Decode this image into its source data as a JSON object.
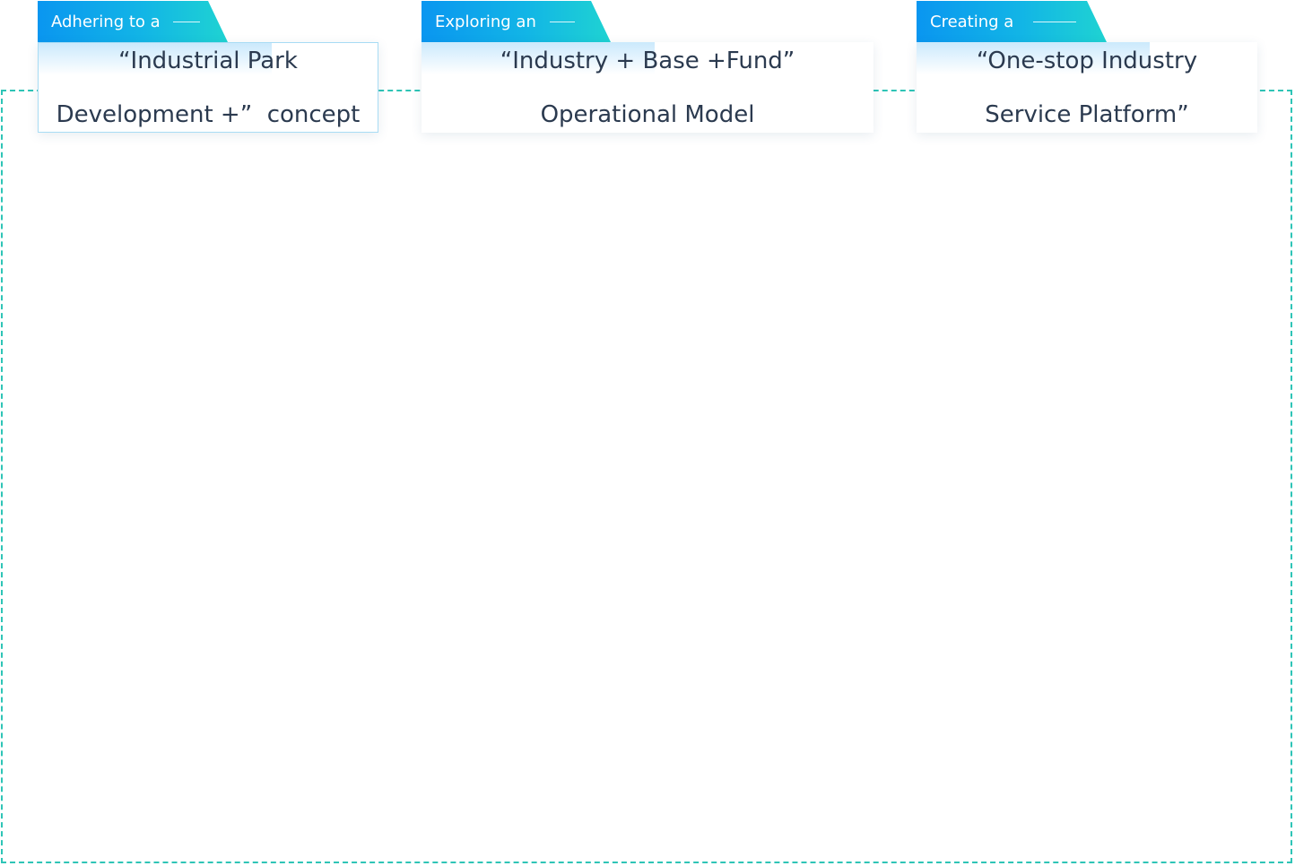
{
  "cards": [
    {
      "tab_label": "Adhering to a",
      "title_line1": "“Industrial Park",
      "title_line2": "Development +”  concept"
    },
    {
      "tab_label": "Exploring an",
      "title_line1": "“Industry + Base +Fund”",
      "title_line2": "Operational Model"
    },
    {
      "tab_label": "Creating a",
      "title_line1": "“One-stop Industry",
      "title_line2": "Service Platform”"
    }
  ],
  "colors": {
    "tab_gradient_start": "#0a96f0",
    "tab_gradient_end": "#1fd3d2",
    "frame_dashed": "#2ec4b6",
    "title_text": "#2b3a4f"
  }
}
